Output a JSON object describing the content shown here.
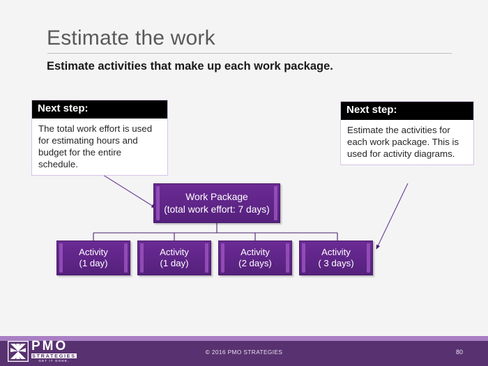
{
  "slide": {
    "title": "Estimate the work",
    "subtitle": "Estimate activities that make up each work package.",
    "background_color": "#f4f4f4",
    "accent_color": "#5c2583"
  },
  "callouts": {
    "left": {
      "header": "Next step:",
      "body": "The  total work effort is used for estimating hours and budget  for the entire schedule."
    },
    "right": {
      "header": "Next step:",
      "body": "Estimate the activities for each work package. This is used for activity diagrams."
    }
  },
  "diagram": {
    "type": "work-breakdown-tree",
    "root": {
      "title": "Work Package",
      "detail": "(total work effort: 7 days)"
    },
    "children": [
      {
        "title": "Activity",
        "detail": "(1 day)"
      },
      {
        "title": "Activity",
        "detail": "(1 day)"
      },
      {
        "title": "Activity",
        "detail": "(2 days)"
      },
      {
        "title": "Activity",
        "detail": "( 3 days)"
      }
    ]
  },
  "footer": {
    "copyright": "© 2016 PMO STRATEGIES",
    "page_number": "80",
    "logo": {
      "name": "PMO",
      "sub": "STRATEGIES",
      "tagline": "GET IT DONE."
    },
    "bar_color": "#583270",
    "strip_color": "#a97fc4"
  }
}
